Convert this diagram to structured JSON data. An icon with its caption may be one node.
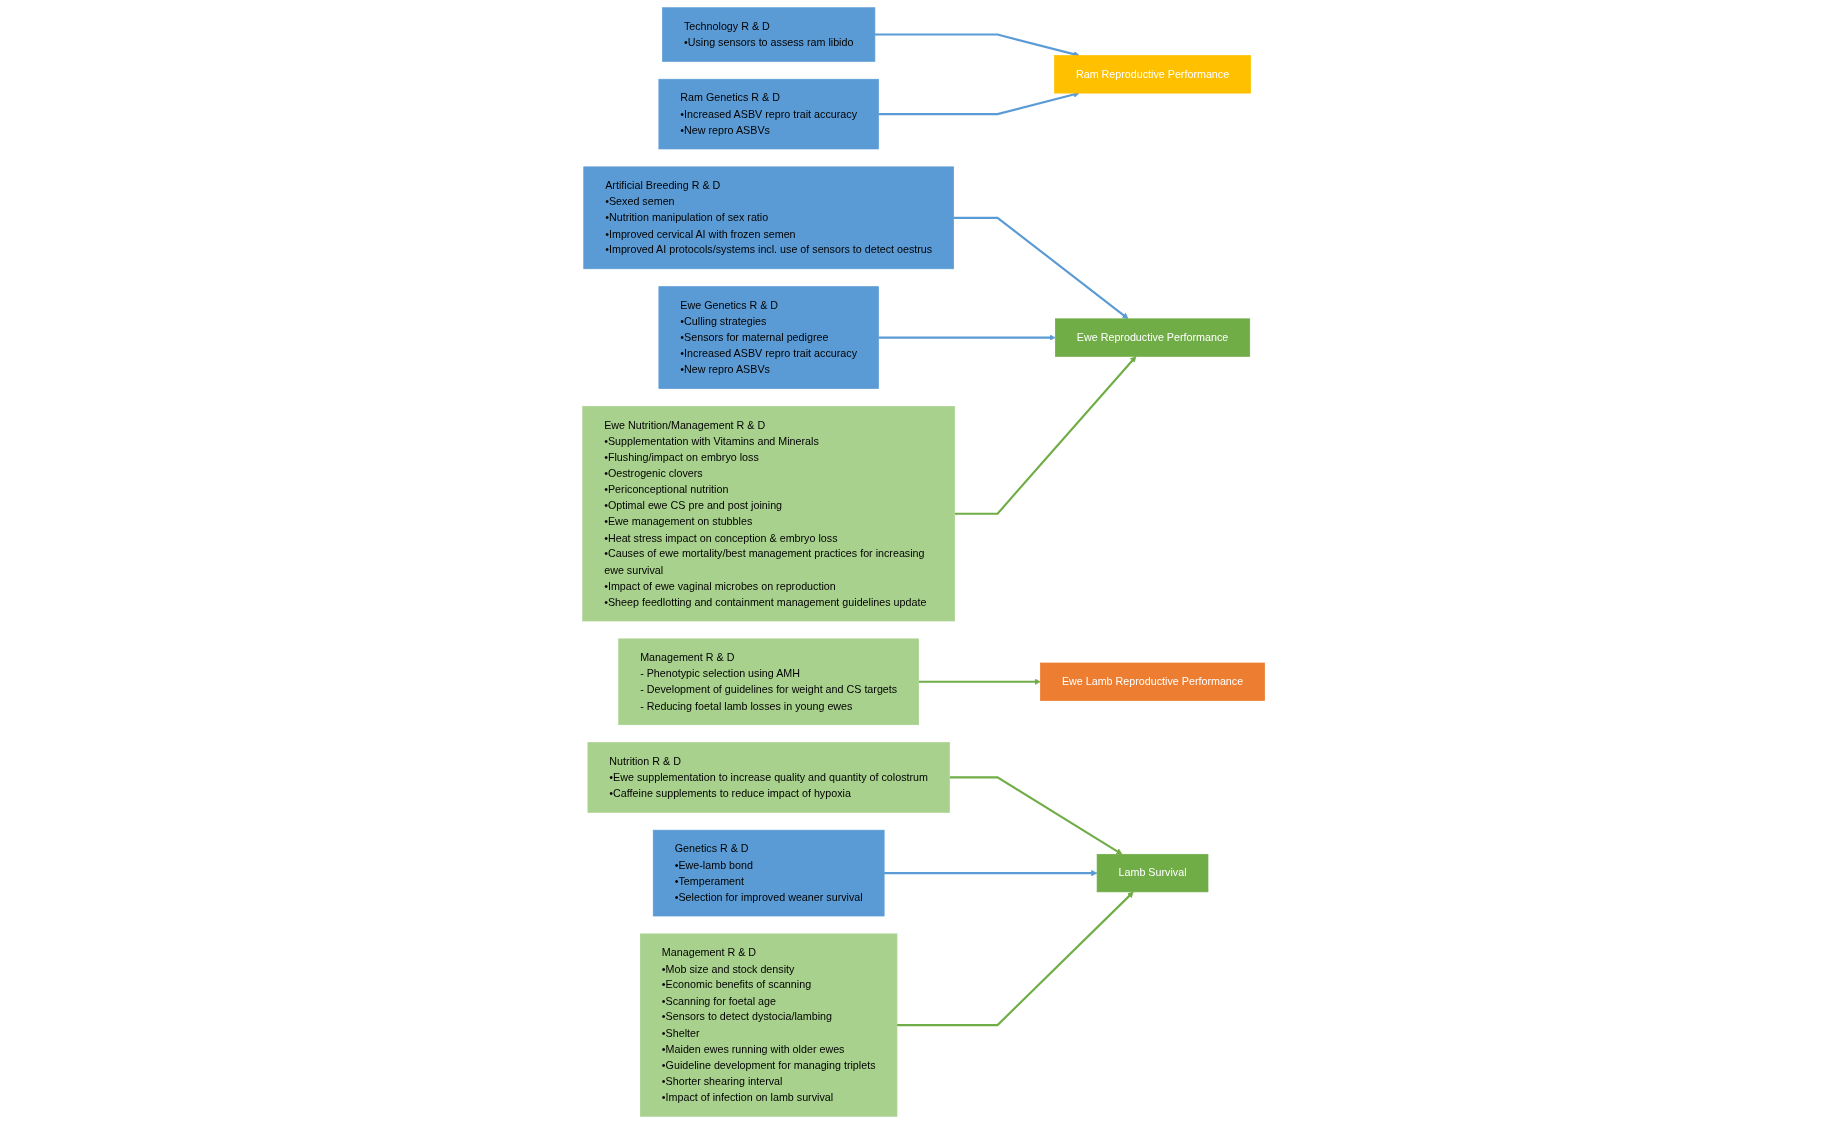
{
  "diagram": {
    "nodes": [
      {
        "text": [
          "Technology R & D",
          "•Using sensors to assess ram libido"
        ]
      },
      {
        "text": [
          "Artificial Breeding R & D",
          "•Sexed semen",
          "•Nutrition manipulation of sex ratio",
          "•Improved cervical AI with frozen semen",
          "•Improved AI protocols/systems incl. use of sensors to detect oestrus"
        ]
      },
      {
        "text": [
          "Ewe Nutrition/Management R & D",
          "•Supplementation with Vitamins and Minerals",
          "•Flushing/impact on embryo loss",
          "•Oestrogenic clovers",
          "•Periconceptional nutrition",
          "•Optimal ewe CS pre and post joining",
          "•Ewe management on stubbles",
          "•Heat stress impact on conception & embryo loss",
          "•Causes of ewe mortality/best management practices for increasing ewe survival",
          "•Impact of ewe vaginal microbes on reproduction",
          "•Sheep feedlotting and containment management guidelines update"
        ]
      },
      {
        "text": [
          "Nutrition R & D",
          "•Ewe supplementation to increase quality and quantity of colostrum",
          "•Caffeine supplements to reduce impact of hypoxia"
        ]
      },
      {
        "text": [
          "Ram Reproductive Performance"
        ]
      },
      {
        "text": [
          "Ewe Reproductive Performance"
        ]
      },
      {
        "text": [
          "Ewe Lamb Reproductive Performance"
        ]
      },
      {
        "text": [
          "Lamb Survival"
        ]
      },
      {
        "text": [
          "Ram Genetics R & D",
          "•Increased ASBV repro trait accuracy",
          "•New repro ASBVs"
        ]
      },
      {
        "text": [
          "Ewe Genetics R & D",
          "•Culling strategies",
          "•Sensors for maternal pedigree",
          "•Increased ASBV repro trait accuracy",
          "•New repro ASBVs"
        ]
      },
      {
        "text": [
          "Management R & D",
          "- Phenotypic selection using AMH",
          "- Development of guidelines for weight and CS targets",
          "- Reducing foetal lamb losses in young ewes"
        ]
      },
      {
        "text": [
          "Genetics R & D",
          "•Ewe-lamb bond",
          "•Temperament",
          "•Selection for improved weaner survival"
        ]
      },
      {
        "text": [
          "Management R & D",
          "•Mob size and stock density",
          "•Economic benefits of scanning",
          "•Scanning for foetal age",
          "•Sensors to detect dystocia/lambing",
          "•Shelter",
          "•Maiden ewes running with older ewes",
          "•Guideline development for managing triplets",
          "•Shorter shearing interval",
          "•Impact of infection on lamb survival"
        ]
      }
    ],
    "edges": [
      {
        "from": 0,
        "to": 4,
        "arrow": "to",
        "color": "#5b9bd5"
      },
      {
        "from": 8,
        "to": 4,
        "arrow": "to",
        "color": "#5b9bd5"
      },
      {
        "from": 1,
        "to": 5,
        "arrow": "to",
        "color": "#5b9bd5"
      },
      {
        "from": 9,
        "to": 5,
        "arrow": "to",
        "color": "#5b9bd5"
      },
      {
        "from": 2,
        "to": 5,
        "arrow": "to",
        "color": "#70ad47"
      },
      {
        "from": 10,
        "to": 6,
        "arrow": "to",
        "color": "#70ad47"
      },
      {
        "from": 3,
        "to": 7,
        "arrow": "to",
        "color": "#70ad47"
      },
      {
        "from": 11,
        "to": 7,
        "arrow": "to",
        "color": "#5b9bd5"
      },
      {
        "from": 12,
        "to": 7,
        "arrow": "to",
        "color": "#70ad47"
      }
    ]
  }
}
